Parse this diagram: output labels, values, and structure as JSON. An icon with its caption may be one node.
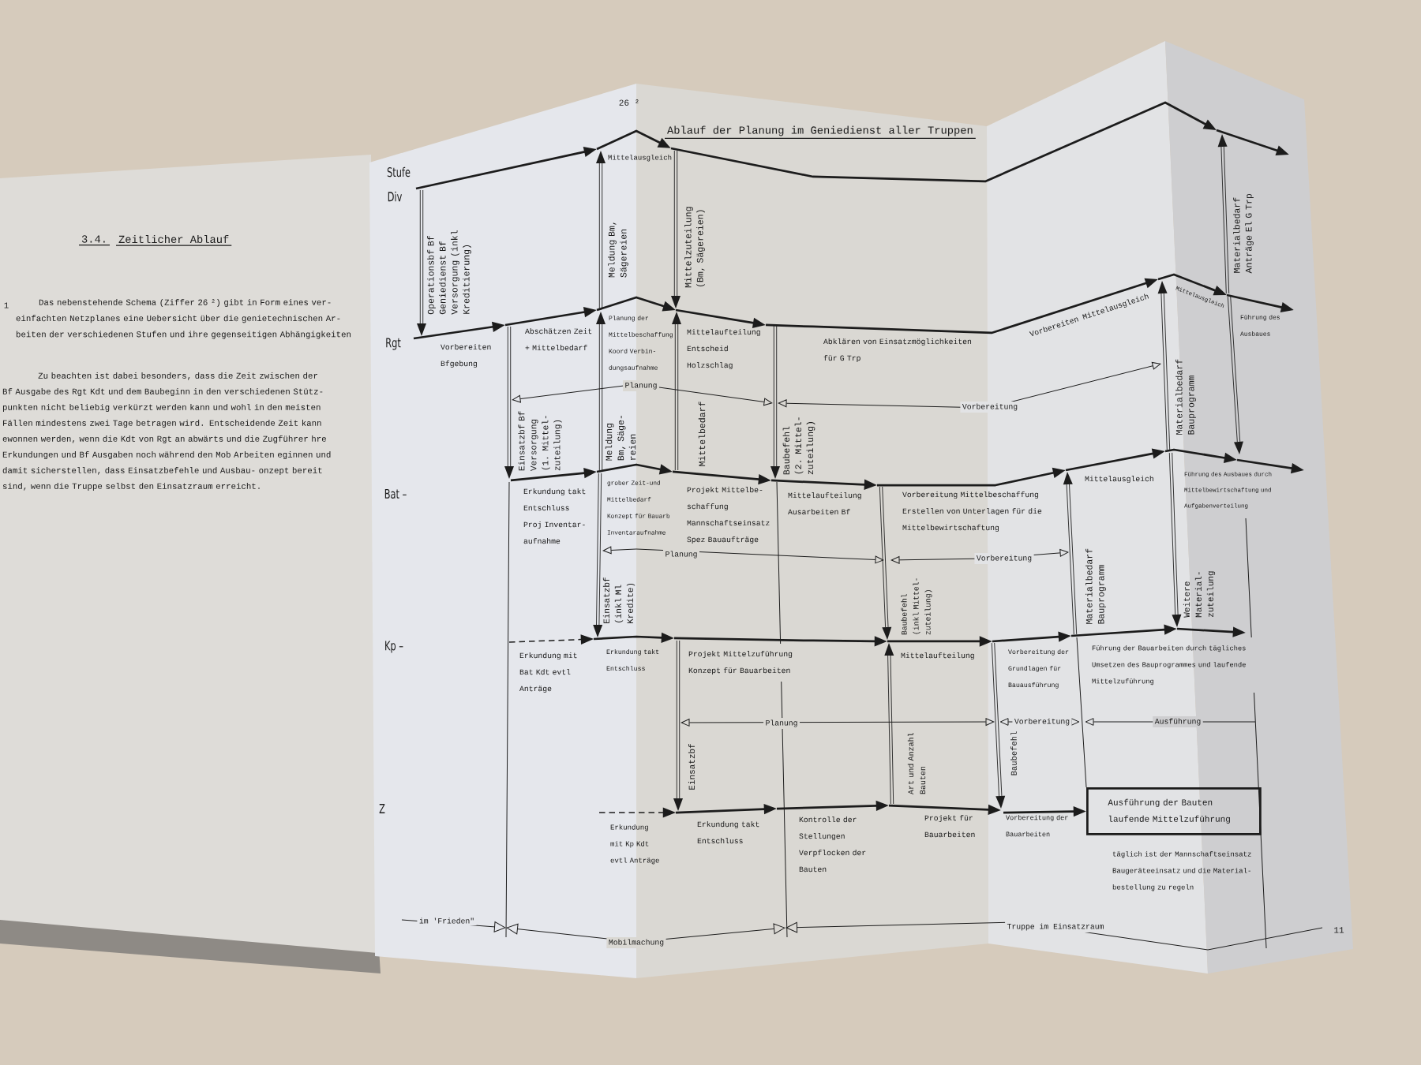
{
  "diagram": {
    "title": "Ablauf der Planung im Geniedienst aller Truppen",
    "nodes": [
      {
        "text": [
          "Vorbereitung der Bauarbeiten"
        ]
      },
      {
        "text": [
          "Ausführung der Bauten laufende Mittelzuführung"
        ]
      }
    ],
    "edges": [
      {
        "from": 0,
        "to": 1,
        "arrow": "to"
      },
      {
        "from": null,
        "to": 1,
        "arrow": "none"
      }
    ],
    "labels": [
      "3.4.",
      "Zeitlicher Ablauf",
      "1",
      "Das nebenstehende Schema (Ziffer 26 ²) gibt in Form eines ver- einfachten Netzplanes eine Uebersicht über die genietechnischen Ar- beiten der verschiedenen Stufen und ihre gegenseitigen Abhängigkeiten",
      "Zu beachten ist dabei besonders, dass die Zeit zwischen der Bf Ausgabe des Rgt Kdt und dem Baubeginn in den verschiedenen Stütz- punkten nicht beliebig verkürzt werden kann und wohl in den meisten Fällen mindestens zwei Tage betragen wird. Entscheidende Zeit kann ewonnen werden, wenn die Kdt von Rgt an abwärts und die Zugführer hre Erkundungen und Bf Ausgaben noch während den Mob Arbeiten eginnen und damit sicherstellen, dass Einsatzbefehle und Ausbau- onzept bereit sind, wenn die Truppe selbst den Einsatzraum erreicht.",
      "26 ²",
      "Stufe",
      "Div",
      "Mittelausgleich",
      "Operationsbf Bf Geniedienst Bf Versorgung (inkl Kreditierung)",
      "Meldung Bm, Sägereien",
      "Mittelzuteilung (Bm, Sägereien)",
      "Materialbedarf Anträge El G Trp",
      "Rgt",
      "Vorbereiten Bfgebung",
      "Abschätzen Zeit + Mittelbedarf",
      "Planung der Mittelbeschaffung Koord Verbin- dungsaufnahme",
      "Mittelaufteilung Entscheid Holzschlag",
      "Abklären von Einsatzmöglichkeiten für G Trp",
      "Vorbereiten Mittelausgleich",
      "Mittelausgleich",
      "Führung des Ausbaues",
      "Planung",
      "Vorbereitung",
      "Einsatzbf Bf Versorgung (1. Mittel- zuteilung)",
      "Meldung Bm, Säge- reien",
      "Mittelbedarf",
      "Baubefehl (2. Mittel- zuteilung)",
      "Materialbedarf Bauprogramm",
      "Bat –",
      "Erkundung takt Entschluss Proj Inventar- aufnahme",
      "grober Zeit-und Mittelbedarf Konzept für Bauarb Inventaraufnahme",
      "Projekt Mittelbe- schaffung Mannschaftseinsatz Spez Bauaufträge",
      "Mittelaufteilung Ausarbeiten Bf",
      "Vorbereitung Mittelbeschaffung Erstellen von Unterlagen für die Mittelbewirtschaftung",
      "Mittelausgleich",
      "Führung des Ausbaues durch Mittelbewirtschaftung und Aufgabenverteilung",
      "Planung",
      "Vorbereitung",
      "Einsatzbf (inkl Ml Kredite)",
      "Baubefehl (inkl Mittel- zuteilung)",
      "Materialbedarf Bauprogramm",
      "Weitere Material- zuteilung",
      "Kp –",
      "Erkundung mit Bat Kdt evtl Anträge",
      "Erkundung takt Entschluss",
      "Projekt Mittelzuführung Konzept für Bauarbeiten",
      "Mittelaufteilung",
      "Vorbereitung der Grundlagen für Bauausführung",
      "Führung der Bauarbeiten durch tägliches Umsetzen des Bauprogrammes und laufende Mittelzuführung",
      "Planung",
      "Vorbereitung",
      "Ausführung",
      "Einsatzbf",
      "Art und Anzahl Bauten",
      "Baubefehl",
      "Z",
      "Erkundung mit Kp Kdt evtl Anträge",
      "Erkundung takt Entschluss",
      "Kontrolle der Stellungen Verpflocken der Bauten",
      "Projekt für Bauarbeiten",
      "täglich ist der Mannschaftseinsatz Baugeräteeinsatz und die Material- bestellung zu regeln",
      "im 'Frieden\"",
      "Mobilmachung",
      "Truppe im Einsatzraum",
      "11"
    ]
  }
}
